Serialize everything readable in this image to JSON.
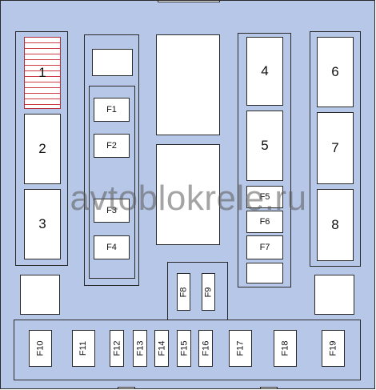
{
  "relays": {
    "r1": "1",
    "r2": "2",
    "r3": "3",
    "r4": "4",
    "r5": "5",
    "r6": "6",
    "r7": "7",
    "r8": "8"
  },
  "fuses": {
    "f1": "F1",
    "f2": "F2",
    "f3": "F3",
    "f4": "F4",
    "f5": "F5",
    "f6": "F6",
    "f7": "F7",
    "f8": "F8",
    "f9": "F9",
    "f10": "F10",
    "f11": "F11",
    "f12": "F12",
    "f13": "F13",
    "f14": "F14",
    "f15": "F15",
    "f16": "F16",
    "f17": "F17",
    "f18": "F18",
    "f19": "F19"
  },
  "watermark": "avtoblokrele.ru",
  "colors": {
    "board": "#b7c7e7",
    "outline": "#2a2a2a",
    "highlight": "#cc3b45"
  }
}
